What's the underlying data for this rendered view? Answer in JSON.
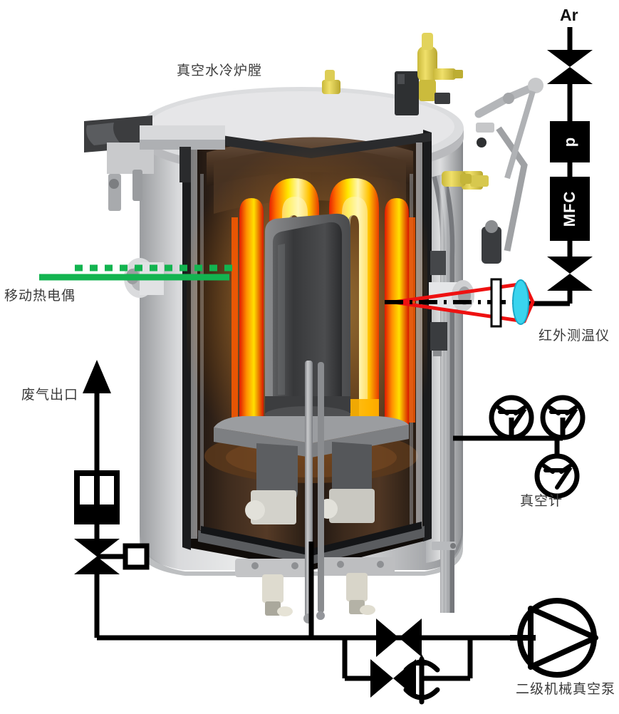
{
  "diagram": {
    "title_label": "真空水冷炉膛",
    "labels": {
      "chamber": "真空水冷炉膛",
      "thermocouple": "移动热电偶",
      "exhaust": "废气出口",
      "pyrometer": "红外测温仪",
      "vacuum_gauge": "真空计",
      "vacuum_pump": "二级机械真空泵",
      "gas_source": "Ar",
      "pressure_box": "p",
      "mfc_box": "MFC"
    },
    "colors": {
      "line": "#000000",
      "beam": "#ee1111",
      "lens": "#3ad4ee",
      "thermocouple": "#13b450",
      "hot_core": "#ffe800",
      "hot_mid": "#ff8a00",
      "hot_edge": "#e62000",
      "shell": "#cfd0d2",
      "shell_dark": "#8e9094",
      "insulation": "#3a2b20",
      "crucible": "#4a4b4d",
      "text": "#3a3a3a",
      "accent_yellow": "#e8d44a"
    },
    "components": [
      {
        "name": "argon-inlet",
        "label": "Ar",
        "kind": "gas-source"
      },
      {
        "name": "inlet-valve-upper",
        "label": "",
        "kind": "valve"
      },
      {
        "name": "pressure-regulator",
        "label": "p",
        "kind": "instrument-box"
      },
      {
        "name": "mass-flow-controller",
        "label": "MFC",
        "kind": "instrument-box"
      },
      {
        "name": "inlet-valve-lower",
        "label": "",
        "kind": "valve"
      },
      {
        "name": "infrared-pyrometer",
        "label": "红外测温仪",
        "kind": "sensor"
      },
      {
        "name": "vacuum-gauge-cluster",
        "label": "真空计",
        "kind": "gauge",
        "count": 3
      },
      {
        "name": "movable-thermocouple",
        "label": "移动热电偶",
        "kind": "sensor"
      },
      {
        "name": "exhaust-outlet",
        "label": "废气出口",
        "kind": "outlet"
      },
      {
        "name": "exhaust-filter",
        "label": "",
        "kind": "filter"
      },
      {
        "name": "exhaust-valve",
        "label": "",
        "kind": "actuated-valve"
      },
      {
        "name": "pump-isolation-valve-upper",
        "label": "",
        "kind": "valve"
      },
      {
        "name": "pump-isolation-valve-lower",
        "label": "",
        "kind": "valve"
      },
      {
        "name": "throttle-valve",
        "label": "",
        "kind": "throttle"
      },
      {
        "name": "two-stage-mechanical-vacuum-pump",
        "label": "二级机械真空泵",
        "kind": "pump"
      },
      {
        "name": "vacuum-water-cooled-furnace-chamber",
        "label": "真空水冷炉膛",
        "kind": "furnace"
      }
    ]
  }
}
